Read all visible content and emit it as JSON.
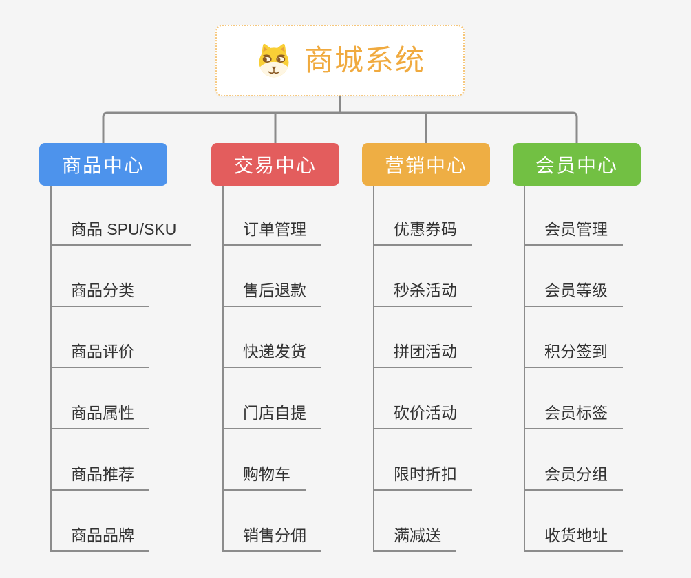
{
  "root": {
    "title": "商城系统",
    "icon": "doge-icon"
  },
  "branches": [
    {
      "key": "product-center",
      "label": "商品中心",
      "color": "#4D93EC",
      "children": [
        "商品 SPU/SKU",
        "商品分类",
        "商品评价",
        "商品属性",
        "商品推荐",
        "商品品牌"
      ]
    },
    {
      "key": "trade-center",
      "label": "交易中心",
      "color": "#E35D5D",
      "children": [
        "订单管理",
        "售后退款",
        "快递发货",
        "门店自提",
        "购物车",
        "销售分佣"
      ]
    },
    {
      "key": "marketing-center",
      "label": "营销中心",
      "color": "#EEAE44",
      "children": [
        "优惠券码",
        "秒杀活动",
        "拼团活动",
        "砍价活动",
        "限时折扣",
        "满减送"
      ]
    },
    {
      "key": "member-center",
      "label": "会员中心",
      "color": "#72C043",
      "children": [
        "会员管理",
        "会员等级",
        "积分签到",
        "会员标签",
        "会员分组",
        "收货地址"
      ]
    }
  ],
  "colors": {
    "background": "#F5F5F5",
    "connector": "#8A8A8A",
    "leaf_line": "#8C8C8C",
    "leaf_text": "#333333",
    "root_border": "#F6C77C",
    "root_title": "#F0AA3F",
    "header_text": "#FFFFFF"
  }
}
